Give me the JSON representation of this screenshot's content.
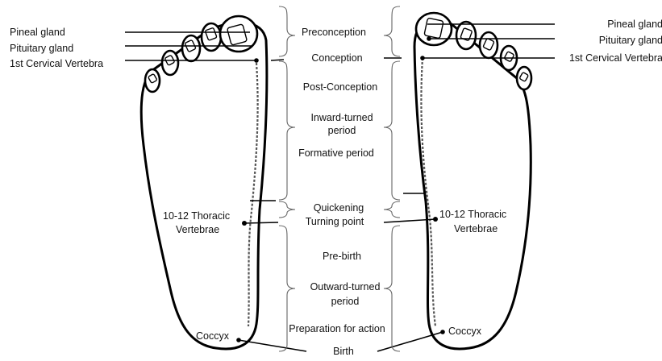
{
  "left_labels": {
    "pineal": "Pineal gland",
    "pituitary": "Pituitary gland",
    "cervical": "1st Cervical Vertebra",
    "thoracic_line1": "10-12 Thoracic",
    "thoracic_line2": "Vertebrae",
    "coccyx": "Coccyx"
  },
  "right_labels": {
    "pineal": "Pineal gland",
    "pituitary": "Pituitary gland",
    "cervical": "1st Cervical Vertebra",
    "thoracic_line1": "10-12 Thoracic",
    "thoracic_line2": "Vertebrae",
    "coccyx": "Coccyx"
  },
  "stages": {
    "preconception": "Preconception",
    "conception": "Conception",
    "post_conception": "Post-Conception",
    "inward_line1": "Inward-turned",
    "inward_line2": "period",
    "formative": "Formative period",
    "quickening": "Quickening",
    "turning_point": "Turning point",
    "pre_birth": "Pre-birth",
    "outward_line1": "Outward-turned",
    "outward_line2": "period",
    "preparation": "Preparation for action",
    "birth": "Birth"
  }
}
